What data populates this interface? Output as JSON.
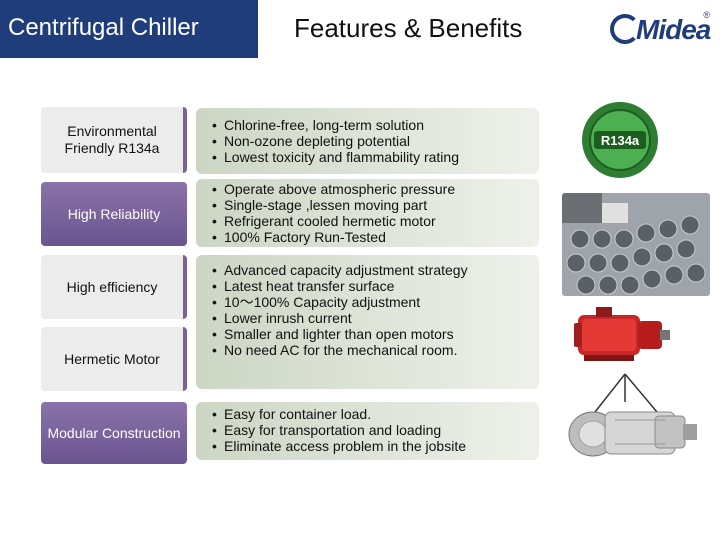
{
  "header": {
    "title_left": "Centrifugal Chiller",
    "title_right": "Features & Benefits",
    "logo_text": "Midea",
    "logo_reg": "®"
  },
  "badge": {
    "text": "R134a"
  },
  "rows": [
    {
      "label": "Environmental Friendly R134a",
      "bullets": [
        "Chlorine-free, long-term solution",
        "Non-ozone depleting potential",
        "Lowest toxicity and flammability rating"
      ]
    },
    {
      "label": "High Reliability",
      "bullets": [
        "Operate above atmospheric pressure",
        "Single-stage ,lessen moving part",
        "Refrigerant cooled hermetic motor",
        "100% Factory Run-Tested"
      ]
    },
    {
      "label": "High efficiency",
      "bullets": [
        "Advanced capacity adjustment strategy",
        "Latest heat transfer surface",
        "10～100% Capacity  adjustment",
        "Lower inrush current",
        "Smaller and lighter than open motors",
        "No need AC for the mechanical room."
      ]
    },
    {
      "label": "Hermetic Motor"
    },
    {
      "label": "Modular Construction",
      "bullets": [
        "Easy for container load.",
        "Easy for transportation and loading",
        "Eliminate access problem in the jobsite"
      ]
    }
  ],
  "colors": {
    "header_bg": "#1f3d7a",
    "label_purple": "#7b5f98",
    "row_green": "#ccd6c4",
    "badge_green": "#2e7d32"
  }
}
